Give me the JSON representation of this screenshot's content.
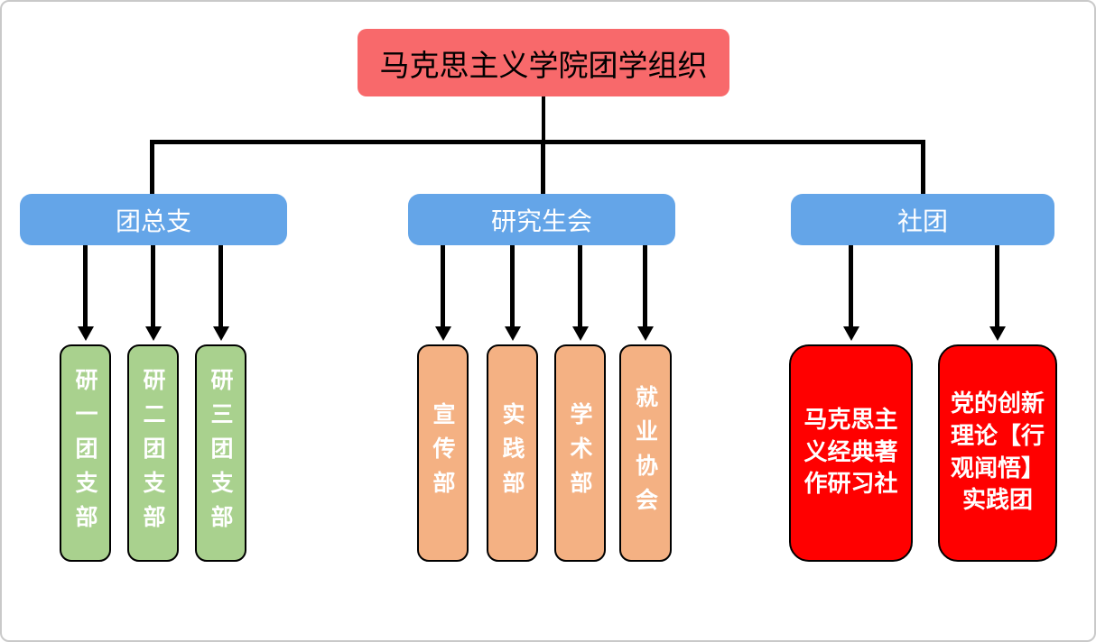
{
  "diagram": {
    "title": "马克思主义学院团学组织",
    "branches": [
      {
        "label": "团总支",
        "children": [
          "研一团支部",
          "研二团支部",
          "研三团支部"
        ]
      },
      {
        "label": "研究生会",
        "children": [
          "宣传部",
          "实践部",
          "学术部",
          "就业协会"
        ]
      },
      {
        "label": "社团",
        "children": [
          "马克思主义经典著作研习社",
          "党的创新理论【行观闻悟】实践团"
        ]
      }
    ],
    "colors": {
      "root_box": "#F8696B",
      "branch_box": "#64A5E8",
      "league_branch_box": "#A9D18E",
      "department_box": "#F4B183",
      "club_box": "#FF0000",
      "connector": "#000000",
      "frame_border": "#C9C9C9"
    }
  }
}
